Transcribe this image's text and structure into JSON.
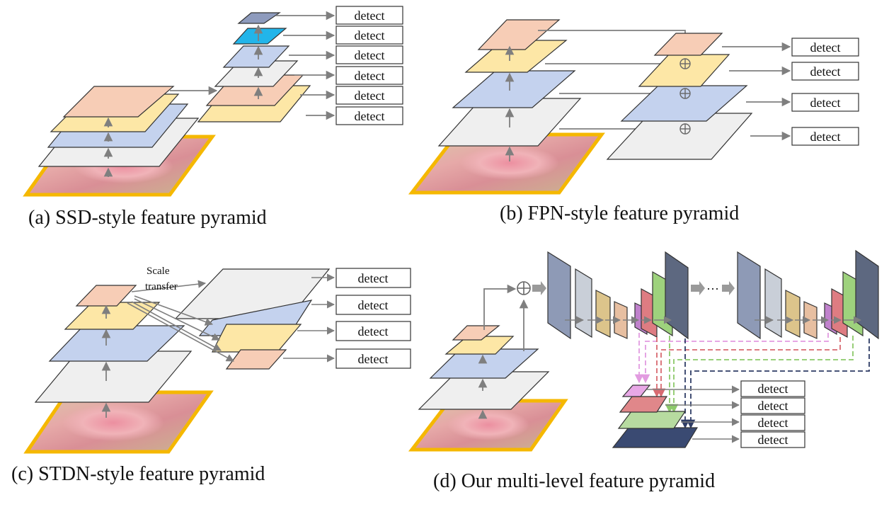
{
  "panels": {
    "a": {
      "caption": "(a) SSD-style feature pyramid",
      "detect_labels": [
        "detect",
        "detect",
        "detect",
        "detect",
        "detect",
        "detect"
      ]
    },
    "b": {
      "caption": "(b) FPN-style feature pyramid",
      "detect_labels": [
        "detect",
        "detect",
        "detect",
        "detect"
      ]
    },
    "c": {
      "caption": "(c) STDN-style feature pyramid",
      "scale_transfer_line1": "Scale",
      "scale_transfer_line2": "transfer",
      "detect_labels": [
        "detect",
        "detect",
        "detect",
        "detect"
      ]
    },
    "d": {
      "caption": "(d) Our multi-level feature pyramid",
      "ellipsis": "···",
      "detect_labels": [
        "detect",
        "detect",
        "detect",
        "detect"
      ]
    }
  },
  "colors": {
    "image_border": "#f5b800",
    "layer_gray": "#efefef",
    "layer_blue": "#c4d2ee",
    "layer_yellow": "#fde7a6",
    "layer_peach": "#f7cdb6",
    "layer_cyan": "#22b5ea",
    "layer_slate": "#8e9bbd",
    "layer_pink": "#e8a8e6",
    "layer_red": "#e0878a",
    "layer_green": "#b7dba0",
    "layer_navy": "#3a4a72",
    "block_slate": "#8e9ab6",
    "block_light": "#c9cfd8",
    "block_tan": "#dcc48b",
    "block_rose": "#e7bfa1",
    "block_purple": "#c082cc",
    "block_red": "#de7c82",
    "block_green": "#9ed27d",
    "block_dark": "#5d6880",
    "arrow": "#7f7f7f"
  }
}
